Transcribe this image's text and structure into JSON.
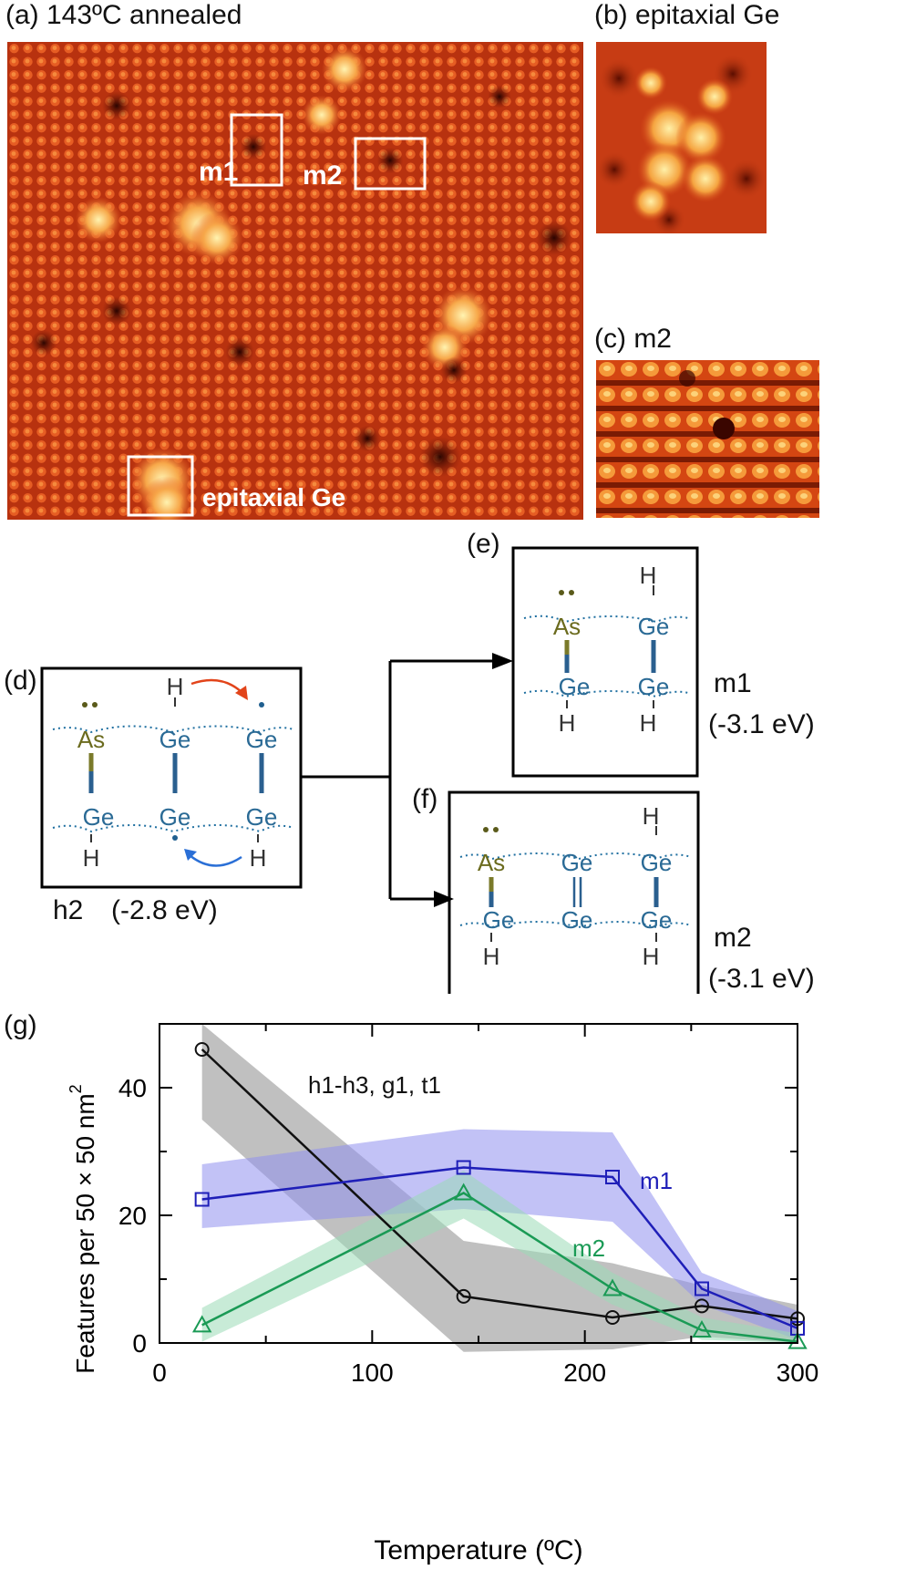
{
  "panel_a": {
    "label": "(a) 143ºC annealed",
    "m1": "m1",
    "m2": "m2",
    "epi": "epitaxial Ge"
  },
  "panel_b": {
    "label": "(b) epitaxial Ge"
  },
  "panel_c": {
    "label": "(c) m2"
  },
  "panel_d": {
    "label": "(d)",
    "name": "h2",
    "energy": "(-2.8 eV)"
  },
  "panel_e": {
    "label": "(e)",
    "name": "m1",
    "energy": "(-3.1 eV)"
  },
  "panel_f": {
    "label": "(f)",
    "name": "m2",
    "energy": "(-3.1 eV)"
  },
  "atoms": {
    "As": "As",
    "Ge": "Ge",
    "H": "H"
  },
  "panel_g": {
    "label": "(g)"
  },
  "chart_data": {
    "type": "line",
    "xlabel": "Temperature (ºC)",
    "ylabel": "Features per 50 × 50 nm",
    "ylabel_sup": "2",
    "xlim": [
      0,
      300
    ],
    "ylim": [
      0,
      50
    ],
    "xticks": [
      0,
      100,
      200,
      300
    ],
    "yticks": [
      0,
      20,
      40
    ],
    "grid": false,
    "series": [
      {
        "name": "h1-h3, g1, t1",
        "x": [
          20,
          143,
          213,
          255,
          300
        ],
        "y": [
          46,
          7.3,
          4,
          5.8,
          3.8
        ],
        "band_upper": [
          60,
          16,
          12.5,
          9,
          6
        ],
        "band_lower": [
          35,
          -2,
          -1,
          1,
          0
        ],
        "color": "#111111",
        "fill": "#8c8c8c",
        "marker": "circle"
      },
      {
        "name": "m1",
        "x": [
          20,
          143,
          213,
          255,
          300
        ],
        "y": [
          22.5,
          27.5,
          26,
          8.5,
          2.3
        ],
        "band_upper": [
          28,
          33.5,
          33,
          11,
          5
        ],
        "band_lower": [
          18,
          21,
          19,
          6,
          0.5
        ],
        "color": "#1f1fb8",
        "fill": "#8f8fee",
        "marker": "square"
      },
      {
        "name": "m2",
        "x": [
          20,
          143,
          213,
          255,
          300
        ],
        "y": [
          2.8,
          23.5,
          8.5,
          2,
          0.2
        ],
        "band_upper": [
          5.5,
          27,
          11,
          4,
          1.5
        ],
        "band_lower": [
          0.2,
          19.5,
          6,
          0.5,
          0
        ],
        "color": "#1a9a55",
        "fill": "#9adbb6",
        "marker": "triangle"
      }
    ]
  }
}
